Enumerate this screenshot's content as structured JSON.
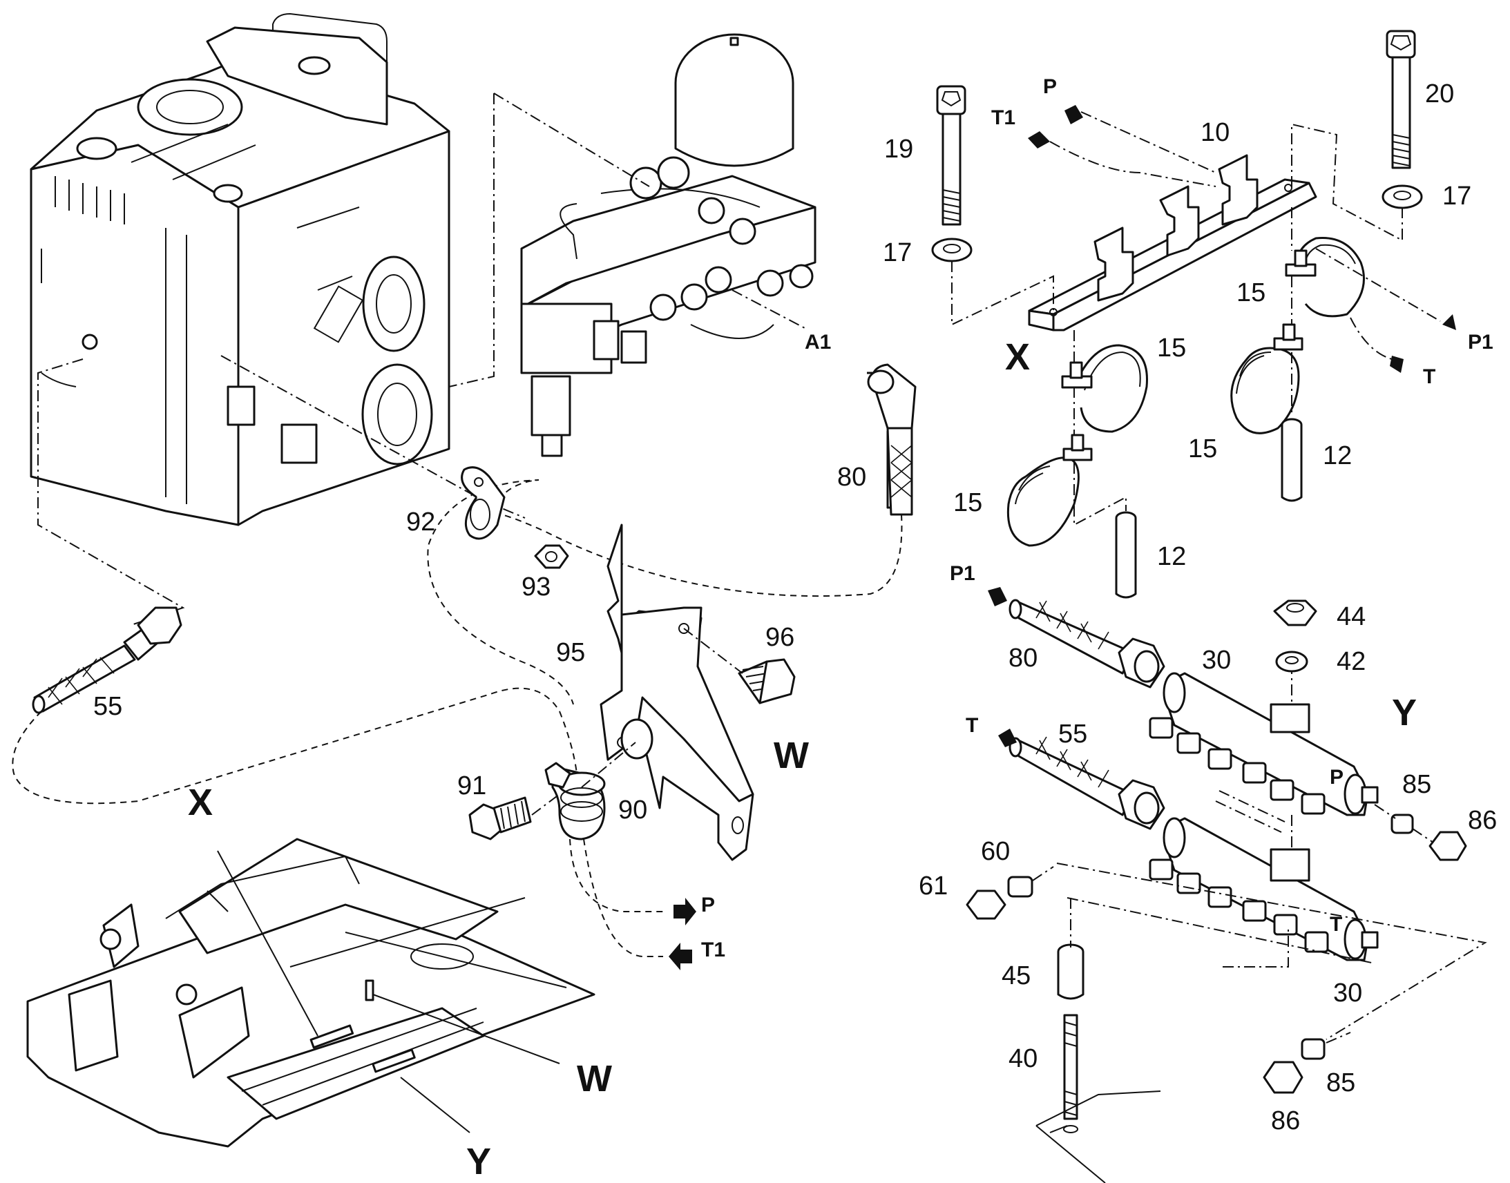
{
  "callouts": {
    "c10": "10",
    "c12a": "12",
    "c12b": "12",
    "c15a": "15",
    "c15b": "15",
    "c15c": "15",
    "c15d": "15",
    "c17a": "17",
    "c17b": "17",
    "c19": "19",
    "c20": "20",
    "c30a": "30",
    "c30b": "30",
    "c40": "40",
    "c42": "42",
    "c44": "44",
    "c45": "45",
    "c55a": "55",
    "c55b": "55",
    "c60": "60",
    "c61": "61",
    "c80a": "80",
    "c80b": "80",
    "c85a": "85",
    "c85b": "85",
    "c86a": "86",
    "c86b": "86",
    "c90": "90",
    "c91": "91",
    "c92": "92",
    "c93": "93",
    "c95": "95",
    "c96": "96"
  },
  "views": {
    "x_top": "X",
    "x_frame": "X",
    "y_top": "Y",
    "y_frame": "Y",
    "w_top": "W",
    "w_frame": "W"
  },
  "ports": {
    "p_top": "P",
    "t1_top": "T1",
    "p1_right": "P1",
    "t_right": "T",
    "p1_mid": "P1",
    "t_mid": "T",
    "p_bottom": "P",
    "t1_bottom": "T1",
    "a1": "A1",
    "p_manifold": "P",
    "t_manifold": "T"
  },
  "icons": [
    "port-arrow-icon"
  ]
}
